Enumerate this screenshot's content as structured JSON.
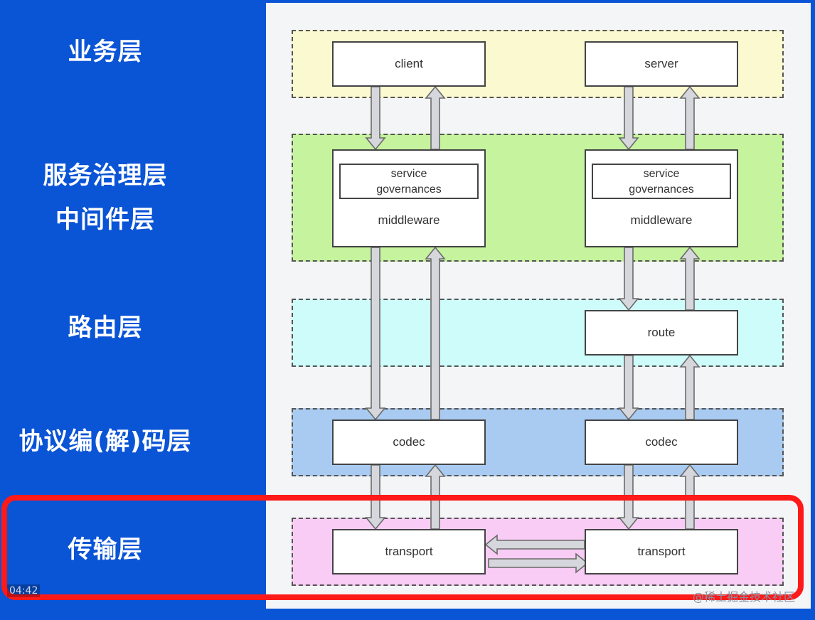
{
  "layers": {
    "business": "业务层",
    "governance_line1": "服务治理层",
    "governance_line2": "中间件层",
    "routing": "路由层",
    "codec": "协议编(解)码层",
    "transport": "传输层"
  },
  "nodes": {
    "client": "client",
    "server": "server",
    "service_governances_line1": "service",
    "service_governances_line2": "governances",
    "middleware": "middleware",
    "route": "route",
    "codec": "codec",
    "transport": "transport"
  },
  "overlay": {
    "timecode": "04:42",
    "watermark": "@稀土掘金技术社区"
  },
  "colors": {
    "background": "#0a54d6",
    "business_band": "#fbf9cf",
    "governance_band": "#c6f39e",
    "routing_band": "#cdfcfb",
    "codec_band": "#a9cbf1",
    "transport_band": "#f8ccf5",
    "highlight": "#ff1a1a"
  }
}
